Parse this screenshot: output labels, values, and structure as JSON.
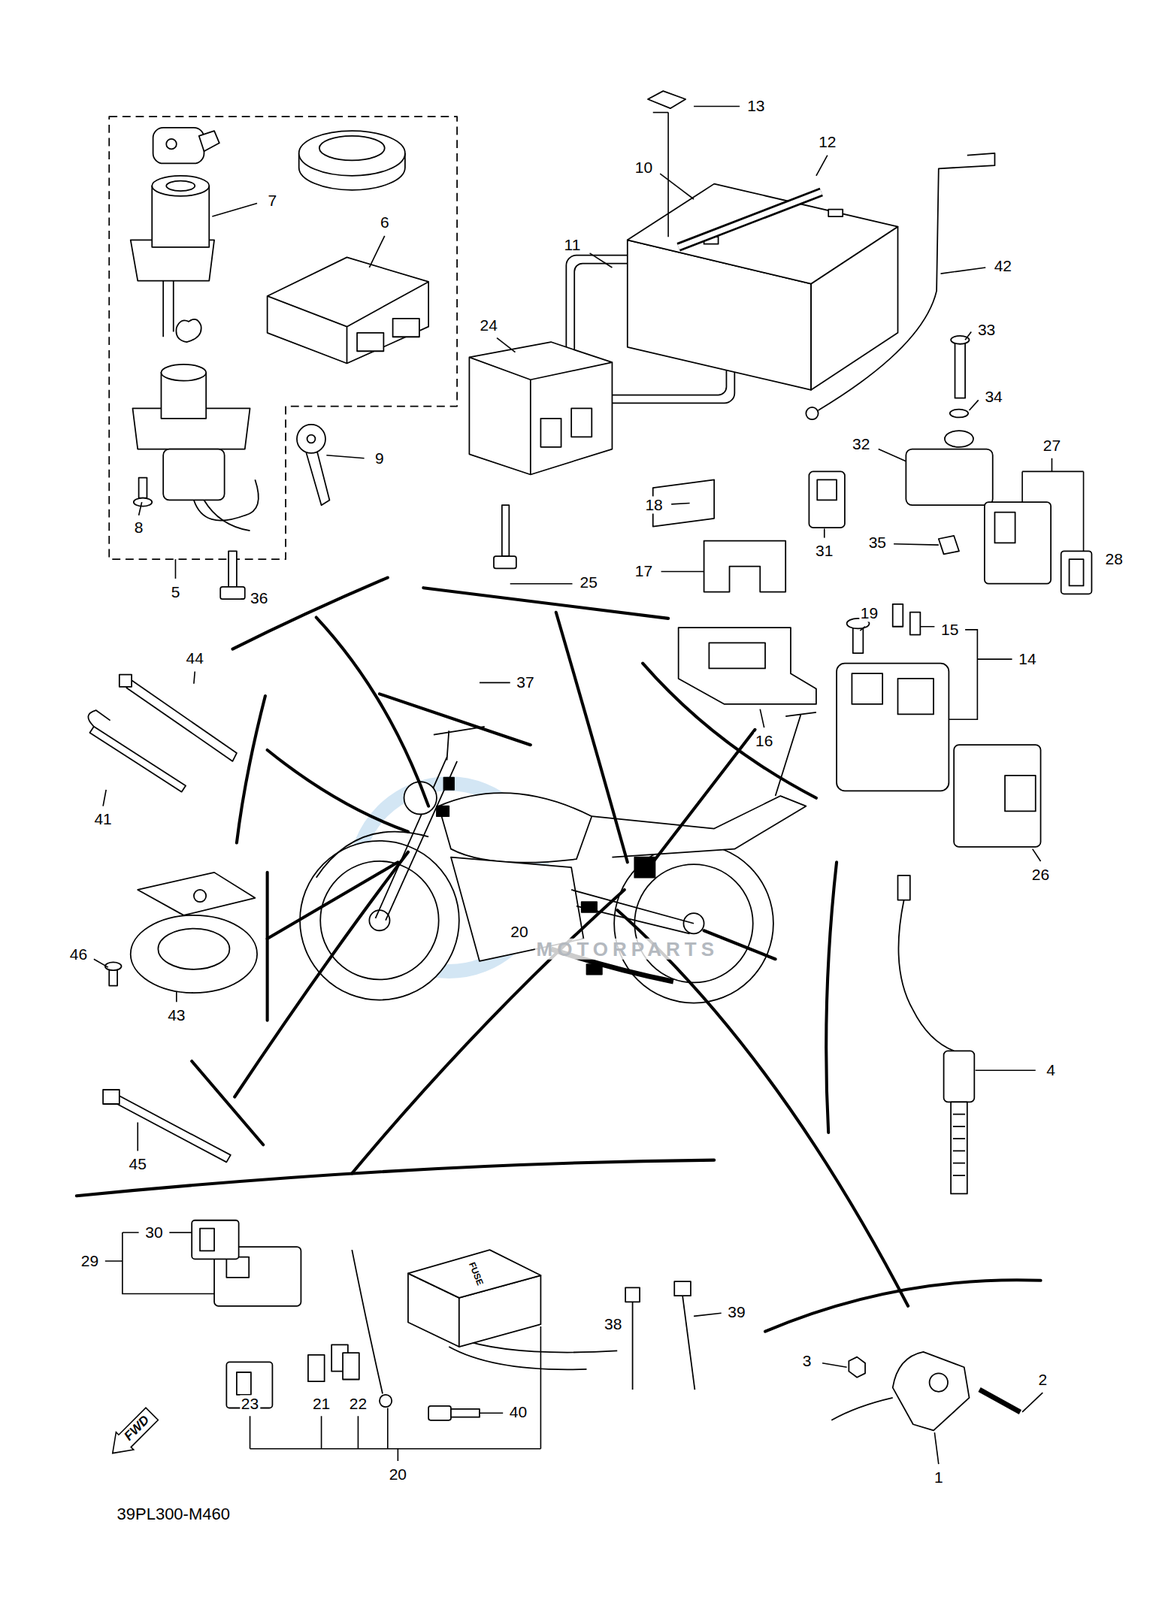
{
  "diagram": {
    "nodes": [
      {
        "text": [
          "FWD"
        ]
      }
    ],
    "labels": [
      "13",
      "12",
      "10",
      "7",
      "6",
      "42",
      "11",
      "24",
      "33",
      "34",
      "32",
      "27",
      "9",
      "18",
      "8",
      "31",
      "35",
      "28",
      "17",
      "25",
      "5",
      "36",
      "19",
      "15",
      "14",
      "44",
      "37",
      "16",
      "41",
      "26",
      "20",
      "46",
      "43",
      "4",
      "45",
      "30",
      "29",
      "38",
      "39",
      "FUSE",
      "3",
      "2",
      "23",
      "21",
      "22",
      "40",
      "1",
      "20",
      "39PL300-M460",
      "MOTORPARTS"
    ]
  }
}
